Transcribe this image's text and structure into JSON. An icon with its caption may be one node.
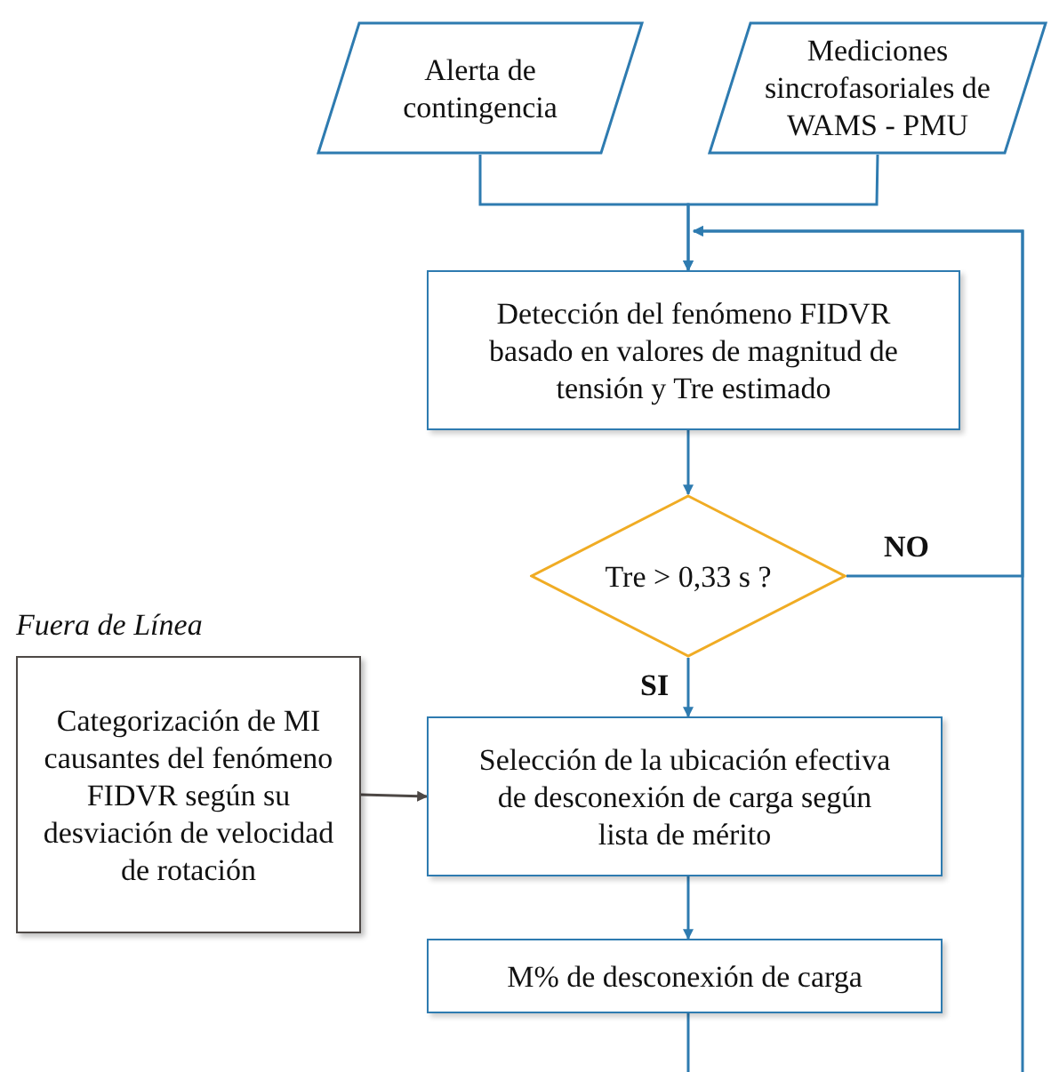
{
  "diagram": {
    "nodes": [
      {
        "text": [
          "Alerta de contingencia"
        ]
      },
      {
        "text": [
          "Mediciones sincrofasoriales de WAMS - PMU"
        ]
      },
      {
        "text": [
          "Detección del fenómeno FIDVR basado en valores de magnitud de tensión y Tre estimado"
        ]
      },
      {
        "text": [
          "Tre > 0,33 s ?"
        ]
      },
      {
        "text": [
          "Fuera de Línea",
          "Categorización de MI causantes del fenómeno FIDVR según su desviación de velocidad de rotación"
        ]
      },
      {
        "text": [
          "Selección de la ubicación efectiva de desconexión de carga según lista de mérito"
        ]
      },
      {
        "text": [
          "M% de desconexión de carga"
        ]
      }
    ],
    "edges": [
      {
        "from": 0,
        "to": 2,
        "arrow": "to"
      },
      {
        "from": 1,
        "to": 2,
        "arrow": "to"
      },
      {
        "from": 2,
        "to": 3,
        "arrow": "to"
      },
      {
        "from": 3,
        "to": 2,
        "arrow": "to",
        "label": "NO"
      },
      {
        "from": null,
        "to": 2,
        "arrow": "to"
      },
      {
        "from": 3,
        "to": 5,
        "arrow": "to",
        "label": "SI"
      },
      {
        "from": 4,
        "to": 5,
        "arrow": "to",
        "color": "#4d4845"
      },
      {
        "from": 5,
        "to": 6,
        "arrow": "to"
      },
      {
        "from": 6,
        "to": null,
        "arrow": "none"
      }
    ]
  }
}
